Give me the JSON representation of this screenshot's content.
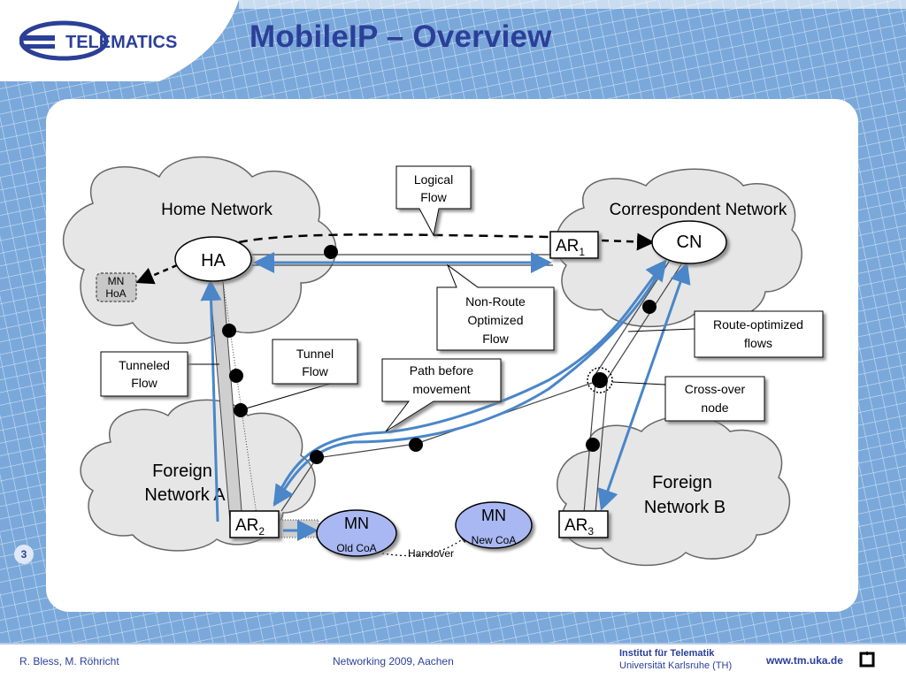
{
  "header": {
    "title": "MobileIP – Overview",
    "logo_text": "TELEMATICS"
  },
  "slide": {
    "number": "3"
  },
  "footer": {
    "authors": "R. Bless, M. Röhricht",
    "event": "Networking 2009, Aachen",
    "institute": "Institut für Telematik",
    "university": "Universität Karlsruhe (TH)",
    "url": "www.tm.uka.de"
  },
  "diagram": {
    "clouds": {
      "home": "Home Network",
      "correspondent": "Correspondent Network",
      "foreign_a_line1": "Foreign",
      "foreign_a_line2": "Network A",
      "foreign_b_line1": "Foreign",
      "foreign_b_line2": "Network B"
    },
    "nodes": {
      "ha": "HA",
      "cn": "CN",
      "ar1": "AR",
      "ar1_sub": "1",
      "ar2": "AR",
      "ar2_sub": "2",
      "ar3": "AR",
      "ar3_sub": "3",
      "mn_hoa_line1": "MN",
      "mn_hoa_line2": "HoA",
      "mn_old": "MN",
      "mn_old_sub": "Old CoA",
      "mn_new": "MN",
      "mn_new_sub": "New CoA",
      "handover": "Handover"
    },
    "callouts": {
      "logical_flow_1": "Logical",
      "logical_flow_2": "Flow",
      "non_route_1": "Non-Route",
      "non_route_2": "Optimized",
      "non_route_3": "Flow",
      "route_opt_1": "Route-optimized",
      "route_opt_2": "flows",
      "cross_over_1": "Cross-over",
      "cross_over_2": "node",
      "path_before_1": "Path before",
      "path_before_2": "movement",
      "tunnel_flow_1": "Tunnel",
      "tunnel_flow_2": "Flow",
      "tunneled_flow_1": "Tunneled",
      "tunneled_flow_2": "Flow"
    }
  },
  "colors": {
    "title": "#2b3f98",
    "flow_blue": "#4a86c8",
    "mn_fill": "#a9b8f2",
    "cloud_fill": "#e6e6e6"
  }
}
